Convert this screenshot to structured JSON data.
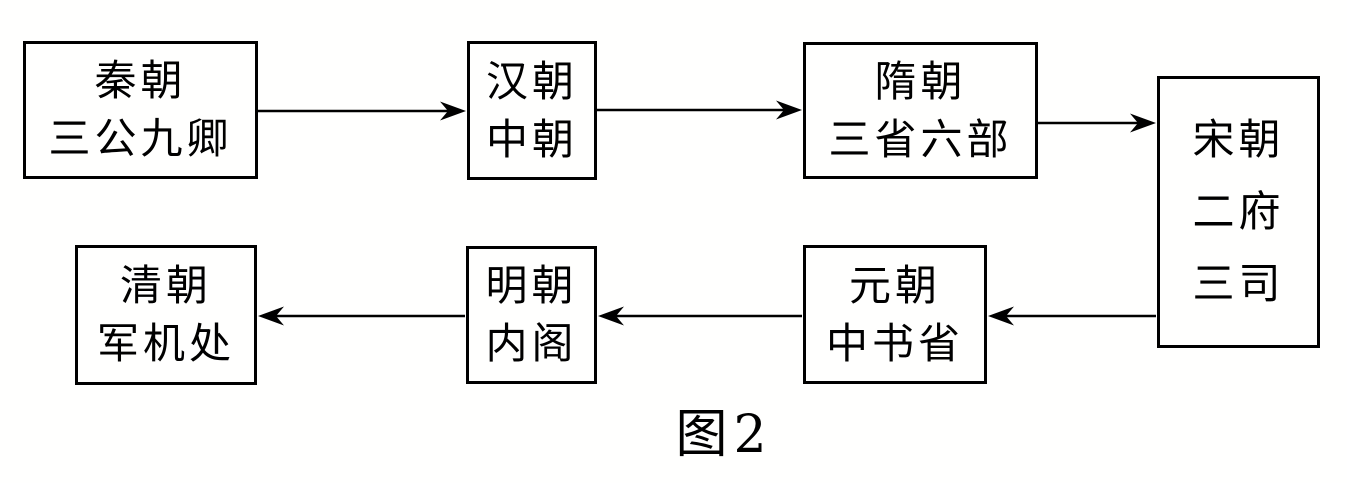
{
  "figure": {
    "caption": "图2"
  },
  "colors": {
    "line": "#000000",
    "text": "#000000",
    "background": "#fffffe"
  },
  "nodes": [
    {
      "id": "qin",
      "dynasty": "秦朝",
      "system": "三公九卿",
      "lines": [
        "秦朝",
        "三公九卿"
      ]
    },
    {
      "id": "han",
      "dynasty": "汉朝",
      "system": "中朝",
      "lines": [
        "汉朝",
        "中朝"
      ]
    },
    {
      "id": "sui",
      "dynasty": "隋朝",
      "system": "三省六部",
      "lines": [
        "隋朝",
        "三省六部"
      ]
    },
    {
      "id": "song",
      "dynasty": "宋朝",
      "system": "二府三司",
      "lines": [
        "宋朝",
        "二府",
        "三司"
      ]
    },
    {
      "id": "yuan",
      "dynasty": "元朝",
      "system": "中书省",
      "lines": [
        "元朝",
        "中书省"
      ]
    },
    {
      "id": "ming",
      "dynasty": "明朝",
      "system": "内阁",
      "lines": [
        "明朝",
        "内阁"
      ]
    },
    {
      "id": "qing",
      "dynasty": "清朝",
      "system": "军机处",
      "lines": [
        "清朝",
        "军机处"
      ]
    }
  ],
  "edges": [
    {
      "from": "qin",
      "to": "han"
    },
    {
      "from": "han",
      "to": "sui"
    },
    {
      "from": "sui",
      "to": "song"
    },
    {
      "from": "song",
      "to": "yuan"
    },
    {
      "from": "yuan",
      "to": "ming"
    },
    {
      "from": "ming",
      "to": "qing"
    }
  ]
}
